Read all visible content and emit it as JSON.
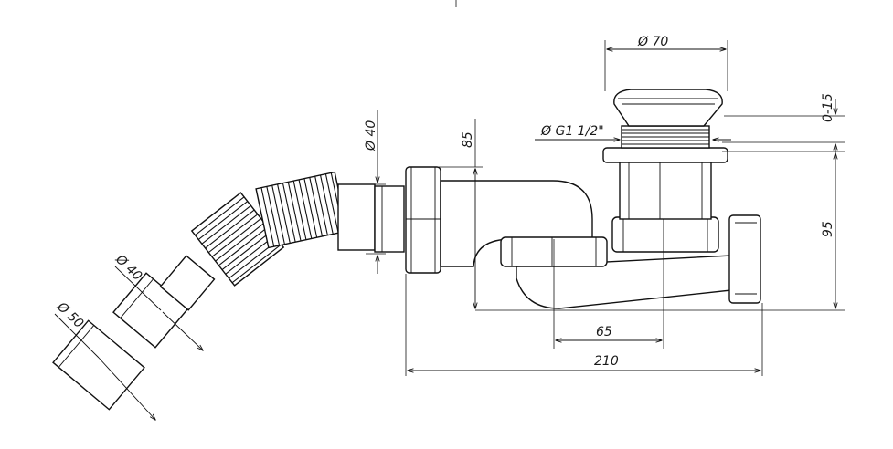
{
  "dimensions": {
    "d70": "Ø 70",
    "d40_inlet": "Ø 40",
    "thread": "Ø G1 1/2\"",
    "h85": "85",
    "h95": "95",
    "adj": "0-15",
    "w65": "65",
    "w210": "210",
    "d40_hose": "Ø 40",
    "d50_hose": "Ø 50"
  }
}
